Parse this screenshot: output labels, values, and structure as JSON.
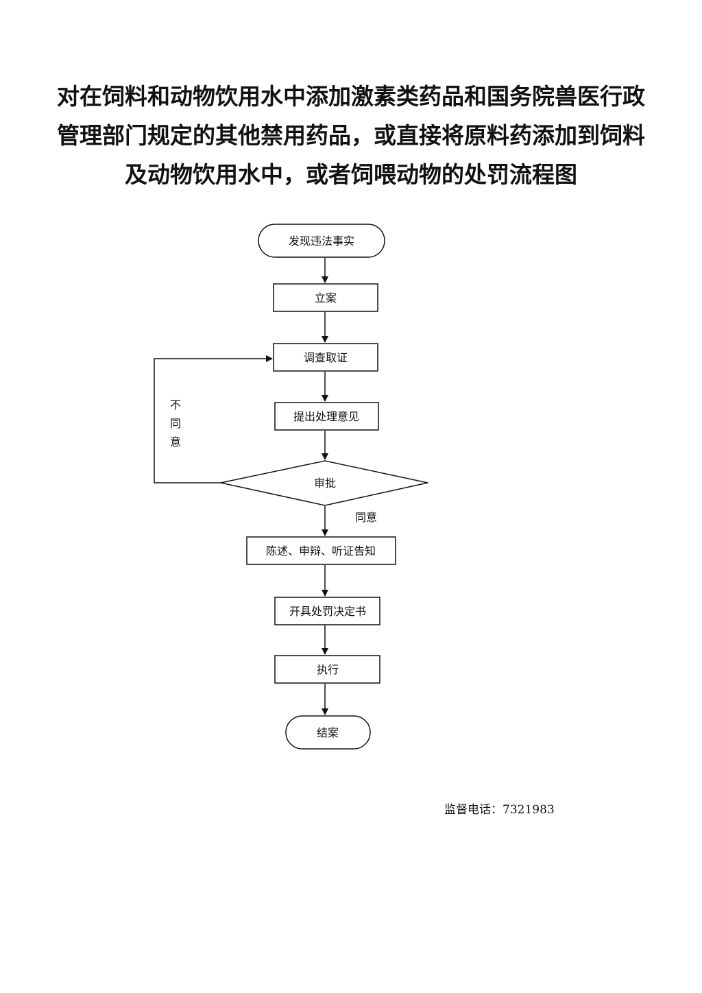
{
  "title": {
    "line1": "对在饲料和动物饮用水中添加激素类药品和国务院兽医行政",
    "line2": "管理部门规定的其他禁用药品，或直接将原料药添加到饲料",
    "line3": "及动物饮用水中，或者饲喂动物的处罚流程图"
  },
  "flow": {
    "start": "发现违法事实",
    "file_case": "立案",
    "investigate": "调查取证",
    "propose": "提出处理意见",
    "approve": "审批",
    "reject_label": [
      "不",
      "同",
      "意"
    ],
    "agree_label": "同意",
    "notify": "陈述、申辩、听证告知",
    "decision": "开具处罚决定书",
    "execute": "执行",
    "end": "结案"
  },
  "contact": {
    "text": "监督电话：7321983"
  }
}
